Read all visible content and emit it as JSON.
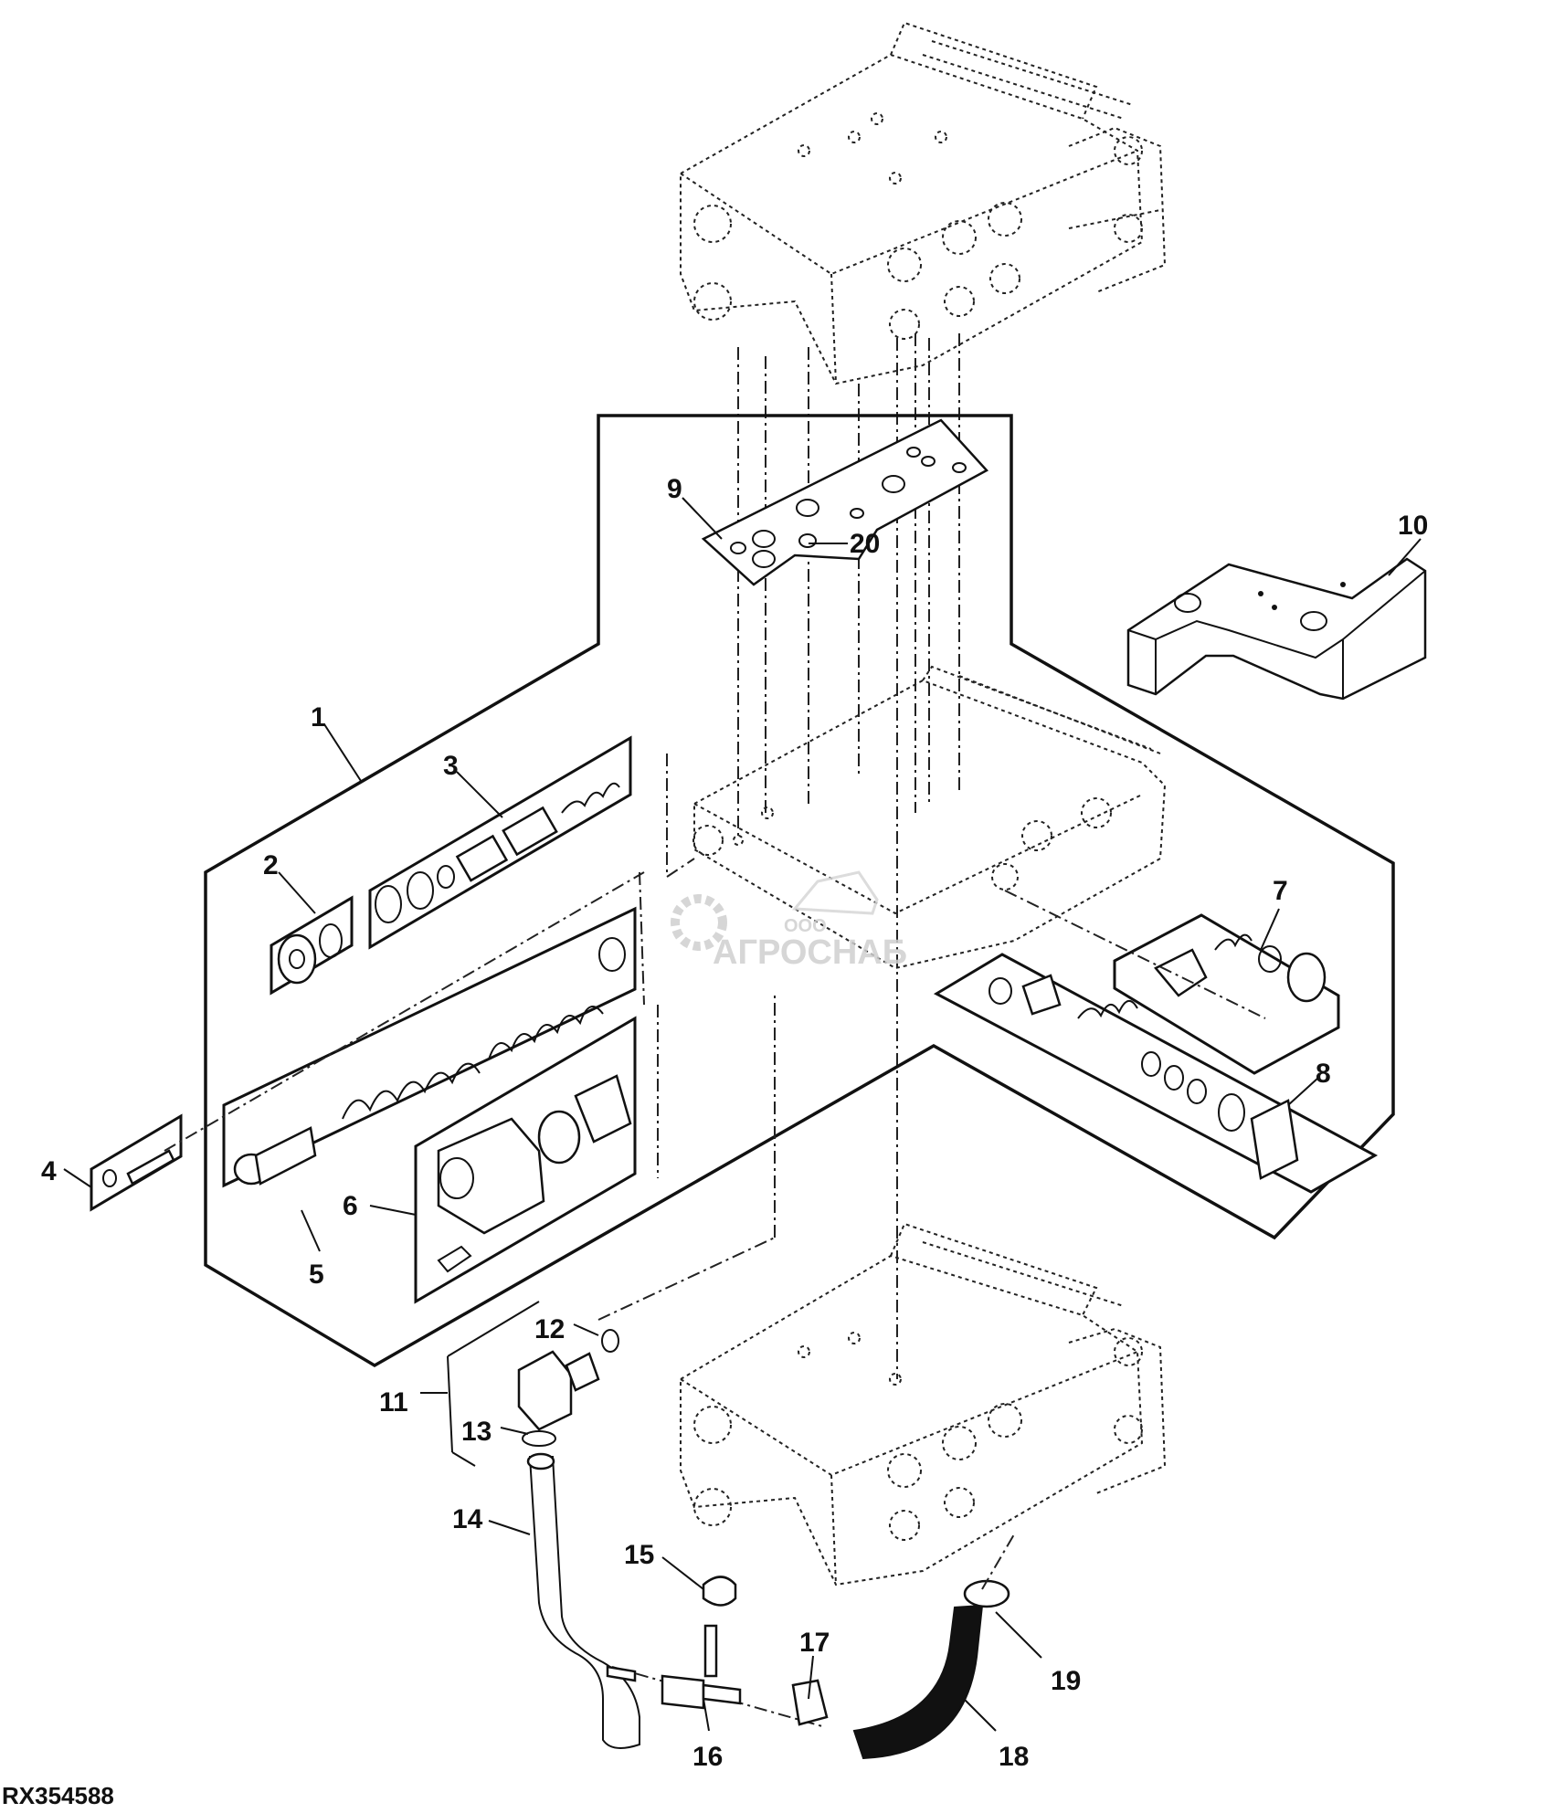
{
  "diagram": {
    "reference_code": "RX354588",
    "watermark": {
      "line1": "ООО",
      "line2": "АГРОСНАБ"
    },
    "callouts": [
      "1",
      "2",
      "3",
      "4",
      "5",
      "6",
      "7",
      "8",
      "9",
      "10",
      "11",
      "12",
      "13",
      "14",
      "15",
      "16",
      "17",
      "18",
      "19",
      "20"
    ]
  }
}
